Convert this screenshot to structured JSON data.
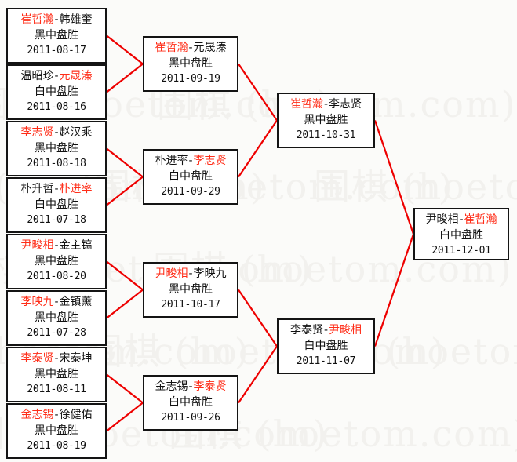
{
  "page": {
    "title": "Tournament Bracket",
    "background_color": "#fbfbf9",
    "box_border_color": "#141414",
    "winner_color": "#ff2d18",
    "loser_color": "#111111",
    "line_color": "#ee0000"
  },
  "watermark": {
    "text": "围棋 (hoetom.com)",
    "color": "#f2f1ee"
  },
  "rounds": [
    {
      "name": "round-1",
      "matches": [
        {
          "left": "崔哲瀚",
          "right": "韩雄奎",
          "left_won": true,
          "result": "黑中盘胜",
          "date": "2011-08-17"
        },
        {
          "left": "温昭珍",
          "right": "元晟溱",
          "left_won": false,
          "result": "白中盘胜",
          "date": "2011-08-16"
        },
        {
          "left": "李志贤",
          "right": "赵汉乘",
          "left_won": true,
          "result": "黑中盘胜",
          "date": "2011-08-18"
        },
        {
          "left": "朴升哲",
          "right": "朴进率",
          "left_won": false,
          "result": "白中盘胜",
          "date": "2011-07-18"
        },
        {
          "left": "尹畯相",
          "right": "金主镐",
          "left_won": true,
          "result": "黑中盘胜",
          "date": "2011-08-20"
        },
        {
          "left": "李映九",
          "right": "金镇薰",
          "left_won": true,
          "result": "黑中盘胜",
          "date": "2011-07-28"
        },
        {
          "left": "李泰贤",
          "right": "宋泰坤",
          "left_won": true,
          "result": "黑中盘胜",
          "date": "2011-08-11"
        },
        {
          "left": "金志锡",
          "right": "徐健佑",
          "left_won": true,
          "result": "黑中盘胜",
          "date": "2011-08-19"
        }
      ]
    },
    {
      "name": "round-2",
      "matches": [
        {
          "left": "崔哲瀚",
          "right": "元晟溱",
          "left_won": true,
          "result": "黑中盘胜",
          "date": "2011-09-19"
        },
        {
          "left": "朴进率",
          "right": "李志贤",
          "left_won": false,
          "result": "白中盘胜",
          "date": "2011-09-29"
        },
        {
          "left": "尹畯相",
          "right": "李映九",
          "left_won": true,
          "result": "黑中盘胜",
          "date": "2011-10-17"
        },
        {
          "left": "金志锡",
          "right": "李泰贤",
          "left_won": false,
          "result": "白中盘胜",
          "date": "2011-09-26"
        }
      ]
    },
    {
      "name": "round-3",
      "matches": [
        {
          "left": "崔哲瀚",
          "right": "李志贤",
          "left_won": true,
          "result": "黑中盘胜",
          "date": "2011-10-31"
        },
        {
          "left": "李泰贤",
          "right": "尹畯相",
          "left_won": false,
          "result": "白中盘胜",
          "date": "2011-11-07"
        }
      ]
    },
    {
      "name": "round-4",
      "matches": [
        {
          "left": "尹畯相",
          "right": "崔哲瀚",
          "left_won": false,
          "result": "白中盘胜",
          "date": "2011-12-01"
        }
      ]
    }
  ],
  "layout": {
    "round_x": [
      8,
      182,
      353,
      527
    ],
    "round1_y": [
      10,
      82,
      154,
      226,
      298,
      370,
      442,
      514
    ],
    "round2_y": [
      46,
      190,
      334,
      478
    ],
    "round3_y": [
      118,
      406
    ],
    "round4_y": [
      265
    ]
  }
}
